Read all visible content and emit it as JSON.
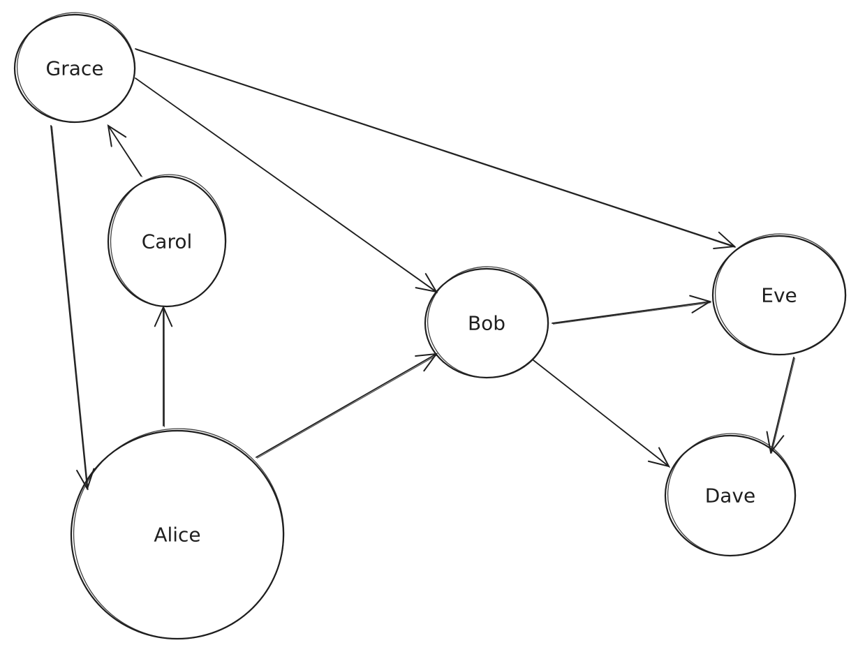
{
  "colors": {
    "stroke": "#1e1e1e",
    "background": "#ffffff"
  },
  "nodes": [
    {
      "id": "grace",
      "label": "Grace"
    },
    {
      "id": "carol",
      "label": "Carol"
    },
    {
      "id": "alice",
      "label": "Alice"
    },
    {
      "id": "bob",
      "label": "Bob"
    },
    {
      "id": "eve",
      "label": "Eve"
    },
    {
      "id": "dave",
      "label": "Dave"
    }
  ],
  "edges": [
    {
      "from": "grace",
      "to": "alice"
    },
    {
      "from": "grace",
      "to": "bob"
    },
    {
      "from": "grace",
      "to": "eve"
    },
    {
      "from": "carol",
      "to": "grace"
    },
    {
      "from": "alice",
      "to": "carol"
    },
    {
      "from": "alice",
      "to": "bob"
    },
    {
      "from": "bob",
      "to": "eve"
    },
    {
      "from": "bob",
      "to": "dave"
    },
    {
      "from": "eve",
      "to": "dave"
    }
  ]
}
